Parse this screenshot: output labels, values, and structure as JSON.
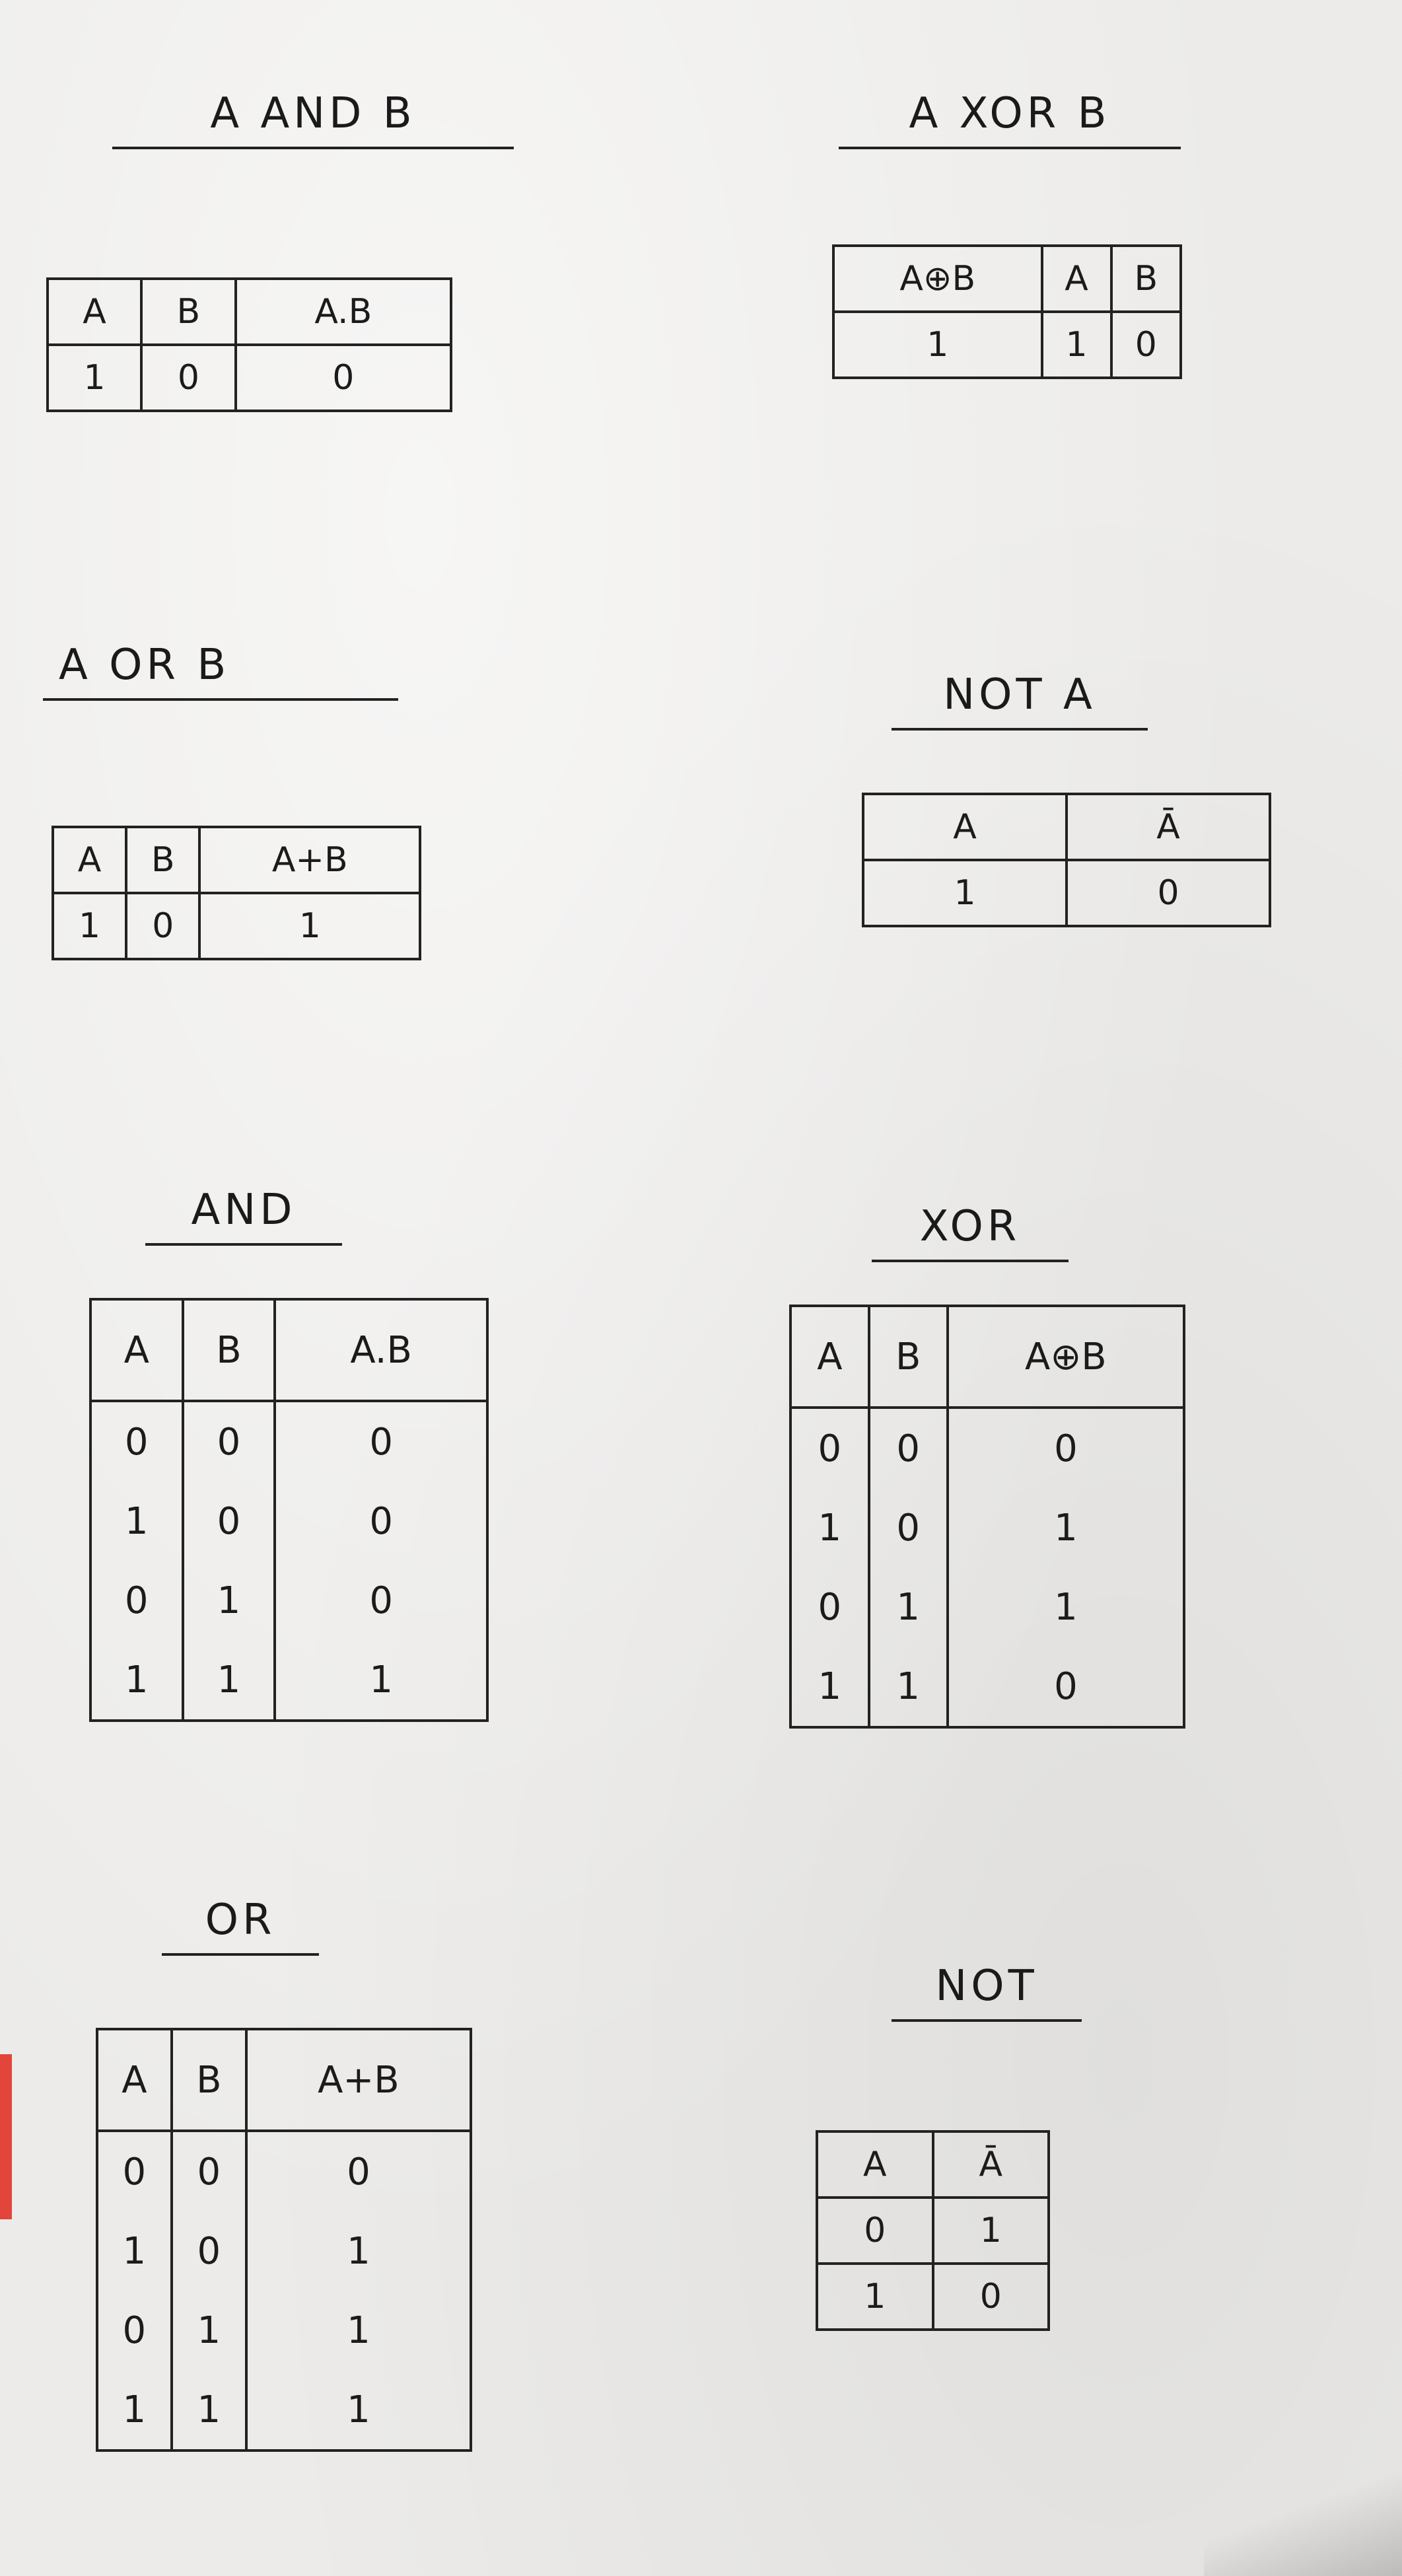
{
  "and_example": {
    "title": "A AND B",
    "headers": [
      "A",
      "B",
      "A.B"
    ],
    "row": [
      "1",
      "0",
      "0"
    ]
  },
  "xor_example": {
    "title": "A XOR B",
    "headers": [
      "A⊕B",
      "A",
      "B"
    ],
    "row": [
      "1",
      "1",
      "0"
    ]
  },
  "or_example": {
    "title": "A OR B",
    "headers": [
      "A",
      "B",
      "A+B"
    ],
    "row": [
      "1",
      "0",
      "1"
    ]
  },
  "not_example": {
    "title": "NOT A",
    "headers": [
      "A",
      "Ā"
    ],
    "row": [
      "1",
      "0"
    ]
  },
  "and_table": {
    "title": "AND",
    "headers": [
      "A",
      "B",
      "A.B"
    ],
    "rows": [
      [
        "0",
        "0",
        "0"
      ],
      [
        "1",
        "0",
        "0"
      ],
      [
        "0",
        "1",
        "0"
      ],
      [
        "1",
        "1",
        "1"
      ]
    ]
  },
  "xor_table": {
    "title": "XOR",
    "headers": [
      "A",
      "B",
      "A⊕B"
    ],
    "rows": [
      [
        "0",
        "0",
        "0"
      ],
      [
        "1",
        "0",
        "1"
      ],
      [
        "0",
        "1",
        "1"
      ],
      [
        "1",
        "1",
        "0"
      ]
    ]
  },
  "or_table": {
    "title": "OR",
    "headers": [
      "A",
      "B",
      "A+B"
    ],
    "rows": [
      [
        "0",
        "0",
        "0"
      ],
      [
        "1",
        "0",
        "1"
      ],
      [
        "0",
        "1",
        "1"
      ],
      [
        "1",
        "1",
        "1"
      ]
    ]
  },
  "not_table": {
    "title": "NOT",
    "headers": [
      "A",
      "Ā"
    ],
    "rows": [
      [
        "0",
        "1"
      ],
      [
        "1",
        "0"
      ]
    ]
  }
}
